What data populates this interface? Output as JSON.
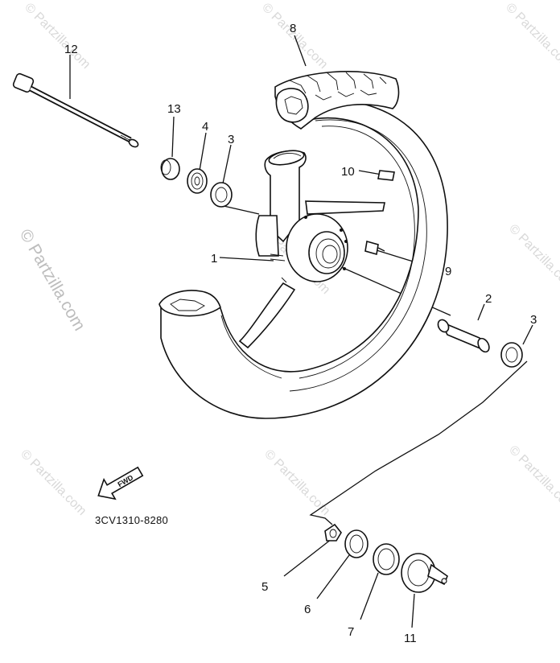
{
  "diagram": {
    "drawing_code": "3CV1310-8280",
    "fwd_label": "FWD",
    "watermark": "© Partzilla.com",
    "callouts": [
      {
        "id": "c1",
        "label": "1"
      },
      {
        "id": "c2",
        "label": "2"
      },
      {
        "id": "c3a",
        "label": "3"
      },
      {
        "id": "c3b",
        "label": "3"
      },
      {
        "id": "c4",
        "label": "4"
      },
      {
        "id": "c5",
        "label": "5"
      },
      {
        "id": "c6",
        "label": "6"
      },
      {
        "id": "c7",
        "label": "7"
      },
      {
        "id": "c8",
        "label": "8"
      },
      {
        "id": "c9",
        "label": "9"
      },
      {
        "id": "c10",
        "label": "10"
      },
      {
        "id": "c11",
        "label": "11"
      },
      {
        "id": "c12",
        "label": "12"
      },
      {
        "id": "c13",
        "label": "13"
      }
    ]
  }
}
